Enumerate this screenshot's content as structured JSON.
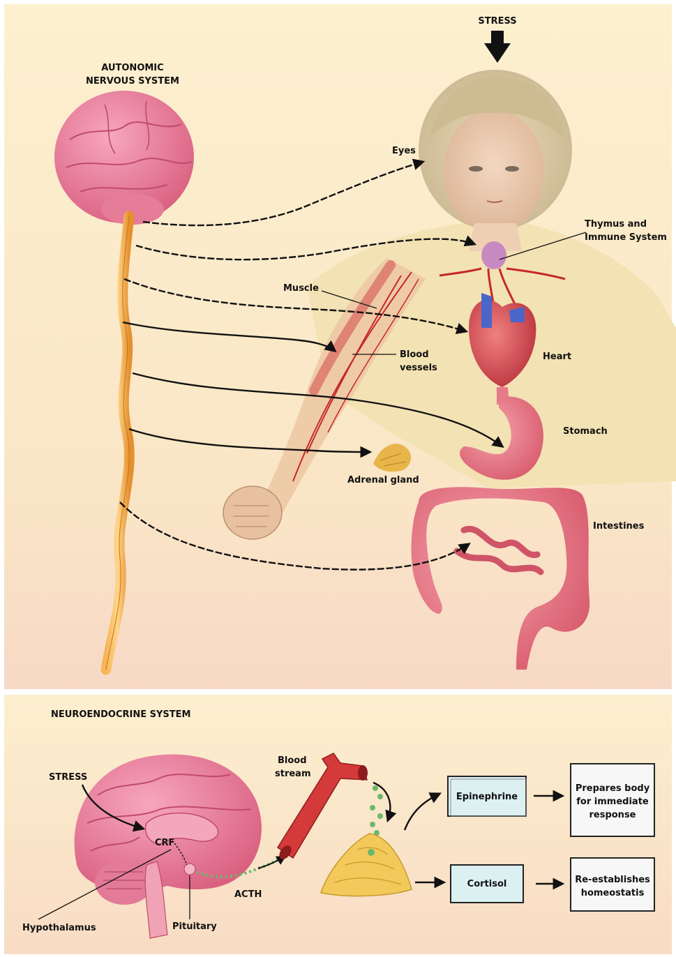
{
  "autonomic": {
    "title_line1": "AUTONOMIC",
    "title_line2": "NERVOUS SYSTEM",
    "stress": "STRESS",
    "labels": {
      "eyes": "Eyes",
      "thymus_line1": "Thymus and",
      "thymus_line2": "Immune System",
      "muscle": "Muscle",
      "blood_vessels_line1": "Blood",
      "blood_vessels_line2": "vessels",
      "heart": "Heart",
      "stomach": "Stomach",
      "adrenal": "Adrenal gland",
      "intestines": "Intestines"
    }
  },
  "neuroendocrine": {
    "title": "NEUROENDOCRINE SYSTEM",
    "stress": "STRESS",
    "crf": "CRF",
    "hypothalamus": "Hypothalamus",
    "pituitary": "Pituitary",
    "acth": "ACTH",
    "blood_stream_line1": "Blood",
    "blood_stream_line2": "stream",
    "epinephrine": "Epinephrine",
    "cortisol": "Cortisol",
    "prepares_line1": "Prepares body",
    "prepares_line2": "for immediate",
    "prepares_line3": "response",
    "reestablishes_line1": "Re-establishes",
    "reestablishes_line2": "homeostatis"
  },
  "colors": {
    "background_top": "#fbeecb",
    "background_bottom": "#f7d9c6",
    "organ_pink": "#e8788c",
    "spine_orange": "#f0a040",
    "box_fill": "#d8eef0"
  }
}
